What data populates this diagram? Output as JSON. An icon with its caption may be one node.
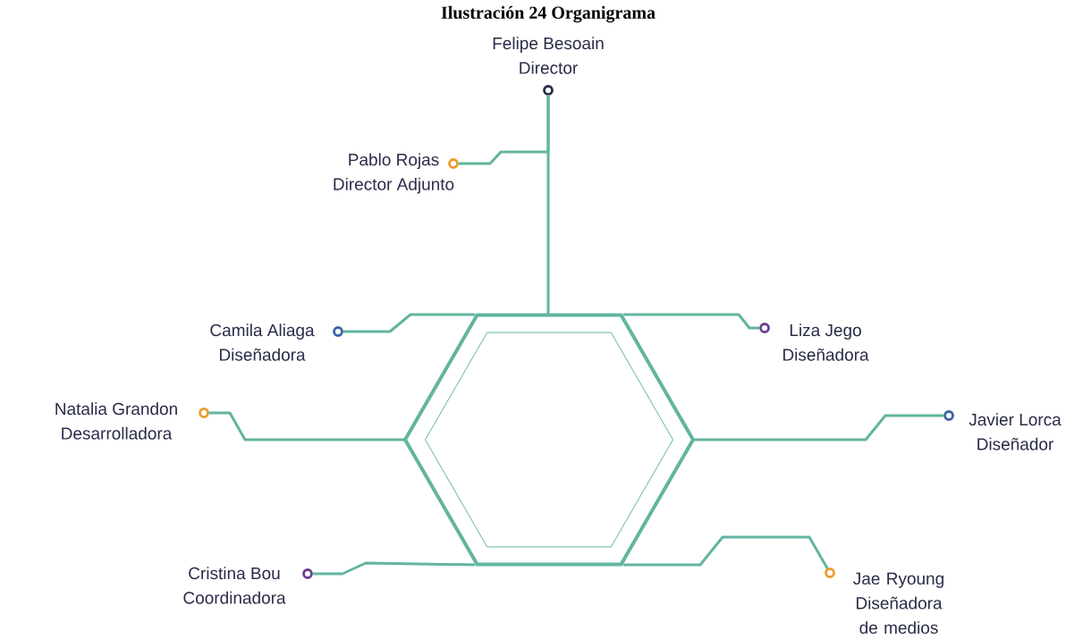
{
  "diagram": {
    "title": "Ilustración 24 Organigrama",
    "nodes": [
      {
        "text": [
          "Felipe Besoain",
          "Director"
        ]
      },
      {
        "text": [
          "Pablo Rojas",
          "Director Adjunto"
        ]
      },
      {
        "text": [
          "Camila Aliaga",
          "Diseñadora"
        ]
      },
      {
        "text": [
          "Liza Jego",
          "Diseñadora"
        ]
      },
      {
        "text": [
          "Natalia Grandon",
          "Desarrolladora"
        ]
      },
      {
        "text": [
          "Javier Lorca",
          "Diseñador"
        ]
      },
      {
        "text": [
          "Cristina Bou",
          "Coordinadora"
        ]
      },
      {
        "text": [
          "Jae Ryoung",
          "Diseñadora de medios"
        ]
      },
      {
        "text": [],
        "shape": "hexagon"
      }
    ],
    "edges": [
      {
        "from": 0,
        "to": 8,
        "arrow": "none"
      },
      {
        "from": 1,
        "to": 0,
        "arrow": "none"
      },
      {
        "from": 2,
        "to": 8,
        "arrow": "none"
      },
      {
        "from": 3,
        "to": 8,
        "arrow": "none"
      },
      {
        "from": 4,
        "to": 8,
        "arrow": "none"
      },
      {
        "from": 5,
        "to": 8,
        "arrow": "none"
      },
      {
        "from": 6,
        "to": 8,
        "arrow": "none"
      },
      {
        "from": 7,
        "to": 8,
        "arrow": "none"
      }
    ]
  }
}
